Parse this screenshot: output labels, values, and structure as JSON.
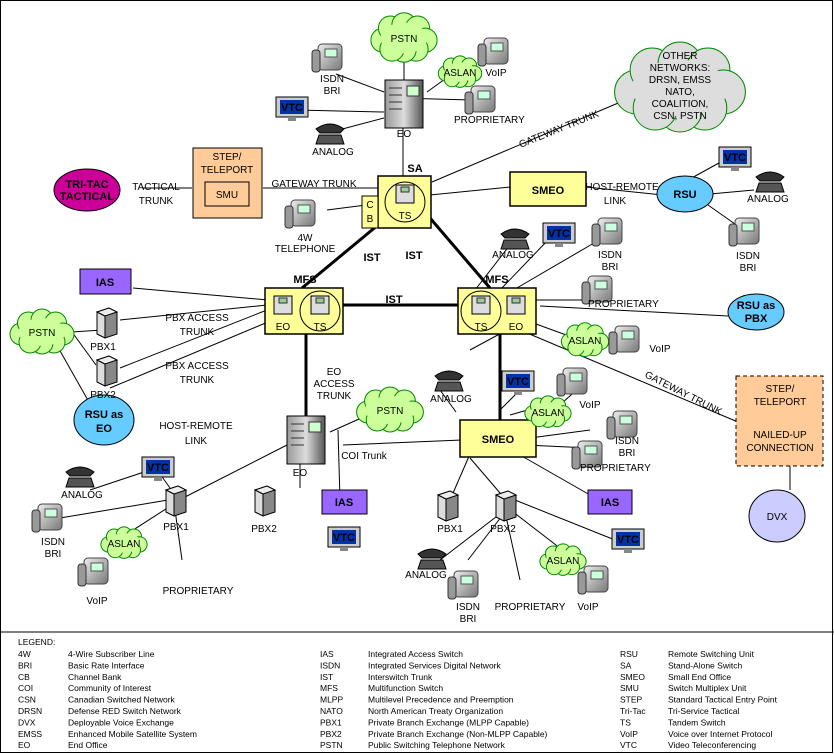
{
  "colors": {
    "yellow": "#ffff99",
    "cloud": "#ccff99",
    "ias": "#9966ff",
    "rsu": "#66ccff",
    "tritac": "#cc0099",
    "step": "#ffcc99",
    "dvx": "#ccccff",
    "cloud_gray": "#dddddd"
  },
  "nodes": {
    "pstn": "PSTN",
    "aslan": "ASLAN",
    "voip": "VoIP",
    "isdn": "ISDN",
    "bri": "BRI",
    "analog": "ANALOG",
    "proprietary": "PROPRIETARY",
    "vtc": "VTC",
    "eo": "EO",
    "ts": "TS",
    "sa": "SA",
    "smeo": "SMEO",
    "mfs": "MFS",
    "ist": "IST",
    "ias": "IAS",
    "smu": "SMU",
    "pbx1": "PBX1",
    "pbx2": "PBX2",
    "rsu": "RSU",
    "rsu_as": "RSU as",
    "pbx": "PBX",
    "dvx": "DVX",
    "c": "C",
    "b": "B",
    "tri_tac_1": "TRI-TAC",
    "tri_tac_2": "TACTICAL",
    "step_1": "STEP/",
    "step_2": "TELEPORT",
    "nailed_1": "NAILED-UP",
    "nailed_2": "CONNECTION",
    "other_networks": [
      "OTHER",
      "NETWORKS:",
      "DRSN, EMSS",
      "NATO,",
      "COALITION,",
      "CSN, PSTN"
    ]
  },
  "links": {
    "gateway_trunk": "GATEWAY TRUNK",
    "tactical": "TACTICAL",
    "trunk": "TRUNK",
    "host_remote": "HOST-REMOTE",
    "link": "LINK",
    "pbx_access": "PBX ACCESS",
    "eo_access_1": "EO",
    "eo_access_2": "ACCESS",
    "coi_trunk": "COI Trunk",
    "tel_4w": "4W",
    "telephone": "TELEPHONE"
  },
  "legend": {
    "title": "LEGEND:",
    "col1": [
      [
        "4W",
        "4-Wire Subscriber Line"
      ],
      [
        "BRI",
        "Basic Rate Interface"
      ],
      [
        "CB",
        "Channel Bank"
      ],
      [
        "COI",
        "Community of Interest"
      ],
      [
        "CSN",
        "Canadian Switched Network"
      ],
      [
        "DRSN",
        "Defense RED Switch Network"
      ],
      [
        "DVX",
        "Deployable Voice Exchange"
      ],
      [
        "EMSS",
        "Enhanced Mobile Satellite System"
      ],
      [
        "EO",
        "End Office"
      ]
    ],
    "col2": [
      [
        "IAS",
        "Integrated Access Switch"
      ],
      [
        "ISDN",
        "Integrated Services Digital Network"
      ],
      [
        "IST",
        "Interswitch Trunk"
      ],
      [
        "MFS",
        "Multifunction Switch"
      ],
      [
        "MLPP",
        "Multilevel Precedence and Preemption"
      ],
      [
        "NATO",
        "North American Treaty Organization"
      ],
      [
        "PBX1",
        "Private Branch Exchange (MLPP Capable)"
      ],
      [
        "PBX2",
        "Private Branch Exchange (Non-MLPP Capable)"
      ],
      [
        "PSTN",
        "Public Switching Telephone Network"
      ]
    ],
    "col3": [
      [
        "RSU",
        "Remote Switching Unit"
      ],
      [
        "SA",
        "Stand-Alone Switch"
      ],
      [
        "SMEO",
        "Small End Office"
      ],
      [
        "SMU",
        "Switch Multiplex Unit"
      ],
      [
        "STEP",
        "Standard Tactical Entry Point"
      ],
      [
        "Tri-Tac",
        "Tri-Service Tactical"
      ],
      [
        "TS",
        "Tandem Switch"
      ],
      [
        "VoIP",
        "Voice over Internet Protocol"
      ],
      [
        "VTC",
        "Video Teleconferencing"
      ]
    ]
  }
}
